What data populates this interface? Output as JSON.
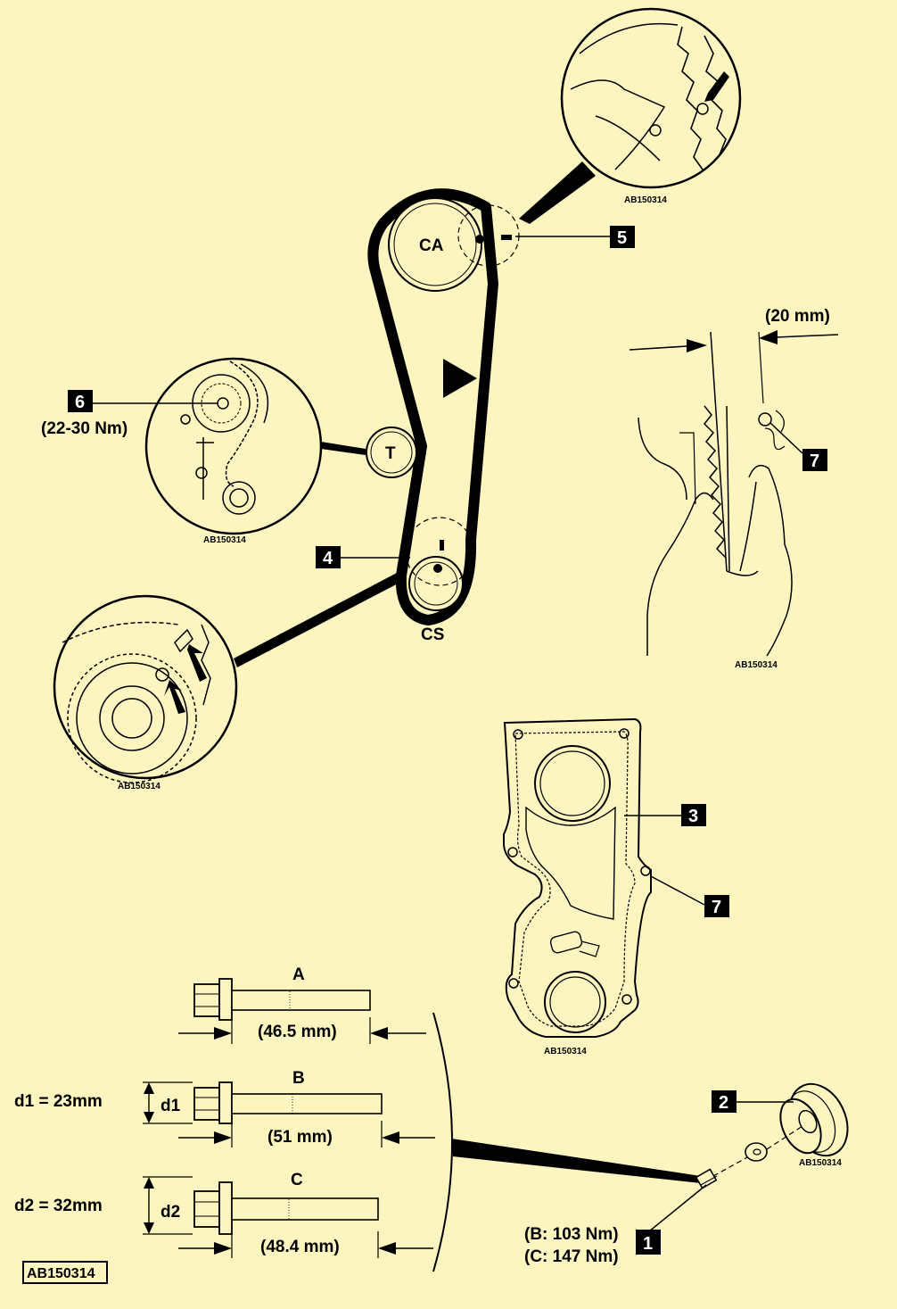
{
  "colors": {
    "background": "#fdf5c0",
    "ink": "#000000",
    "marker_fill": "#000000",
    "marker_text": "#ffffff"
  },
  "pulleys": {
    "camshaft": "CA",
    "crankshaft": "CS",
    "tensioner": "T"
  },
  "callouts": {
    "c1": "1",
    "c2": "2",
    "c3": "3",
    "c4": "4",
    "c5": "5",
    "c6": "6",
    "c7a": "7",
    "c7b": "7"
  },
  "specs": {
    "tensioner_torque": "(22-30 Nm)",
    "belt_deflection": "(20 mm)",
    "bolt_torque_b": "(B: 103 Nm)",
    "bolt_torque_c": "(C: 147 Nm)"
  },
  "bolts": {
    "a": {
      "letter": "A",
      "length": "(46.5 mm)"
    },
    "b": {
      "letter": "B",
      "length": "(51 mm)",
      "dia_symbol": "d1",
      "dia_text": "d1 = 23mm"
    },
    "c": {
      "letter": "C",
      "length": "(48.4 mm)",
      "dia_symbol": "d2",
      "dia_text": "d2 = 32mm"
    }
  },
  "captions": {
    "cam_detail": "AB150314",
    "tensioner_detail": "AB150314",
    "crank_detail": "AB150314",
    "hand_detail": "AB150314",
    "cover_detail": "AB150314",
    "pulley_detail": "AB150314",
    "main": "AB150314"
  }
}
